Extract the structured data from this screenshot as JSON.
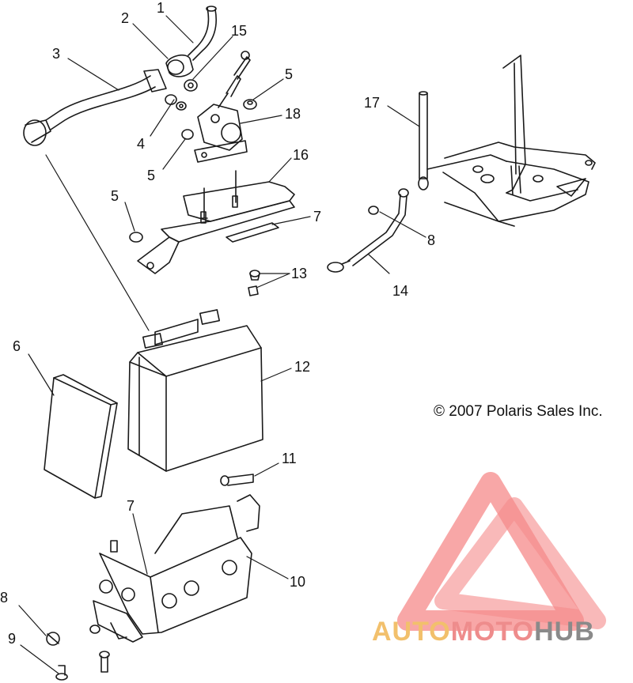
{
  "callouts": [
    {
      "key": "c1",
      "label": "1"
    },
    {
      "key": "c2",
      "label": "2"
    },
    {
      "key": "c3",
      "label": "3"
    },
    {
      "key": "c15",
      "label": "15"
    },
    {
      "key": "c5a",
      "label": "5"
    },
    {
      "key": "c18",
      "label": "18"
    },
    {
      "key": "c4",
      "label": "4"
    },
    {
      "key": "c5b",
      "label": "5"
    },
    {
      "key": "c16",
      "label": "16"
    },
    {
      "key": "c5c",
      "label": "5"
    },
    {
      "key": "c7a",
      "label": "7"
    },
    {
      "key": "c17",
      "label": "17"
    },
    {
      "key": "c8a",
      "label": "8"
    },
    {
      "key": "c14",
      "label": "14"
    },
    {
      "key": "c13",
      "label": "13"
    },
    {
      "key": "c6",
      "label": "6"
    },
    {
      "key": "c12",
      "label": "12"
    },
    {
      "key": "c11",
      "label": "11"
    },
    {
      "key": "c7b",
      "label": "7"
    },
    {
      "key": "c10",
      "label": "10"
    },
    {
      "key": "c8b",
      "label": "8"
    },
    {
      "key": "c9",
      "label": "9"
    }
  ],
  "copyright": "© 2007 Polaris Sales Inc.",
  "watermark": {
    "part1": "AUTO",
    "part2": "MOTO",
    "part3": "HUB"
  },
  "colors": {
    "line": "#1a1a1a",
    "logo_red": "#f07d7d",
    "logo_amber": "#f2c06c",
    "logo_grey": "#8a8a8a"
  }
}
